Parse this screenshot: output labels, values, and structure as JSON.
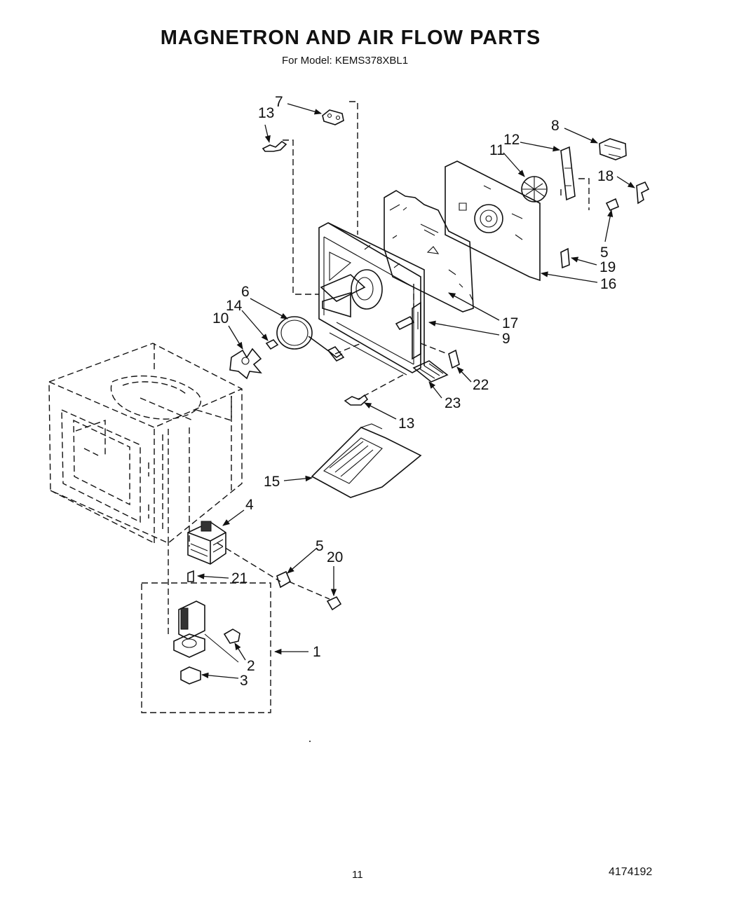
{
  "header": {
    "title": "MAGNETRON AND AIR FLOW PARTS",
    "model_line": "For Model: KEMS378XBL1"
  },
  "callouts": {
    "c1": "1",
    "c2": "2",
    "c3": "3",
    "c4": "4",
    "c5a": "5",
    "c5b": "5",
    "c6": "6",
    "c7": "7",
    "c8": "8",
    "c9": "9",
    "c10": "10",
    "c11": "11",
    "c12": "12",
    "c13a": "13",
    "c13b": "13",
    "c14": "14",
    "c15": "15",
    "c16": "16",
    "c17": "17",
    "c18": "18",
    "c19": "19",
    "c20": "20",
    "c21": "21",
    "c22": "22",
    "c23": "23"
  },
  "footer": {
    "page_number": "11",
    "document_number": "4174192"
  }
}
